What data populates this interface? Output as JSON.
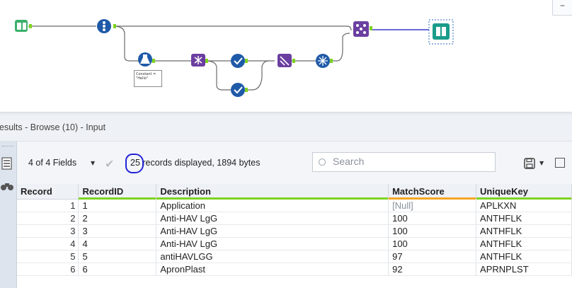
{
  "panel": {
    "title": "esults - Browse (10) - Input"
  },
  "annotation_note": "Constant =\n\"Hello\"",
  "toolbar": {
    "fields_label": "4 of 4 Fields",
    "records_label": "25 records displayed, 1894 bytes",
    "search_placeholder": "Search"
  },
  "grid": {
    "columns": [
      "Record",
      "RecordID",
      "Description",
      "MatchScore",
      "UniqueKey"
    ],
    "rows": [
      [
        "1",
        "1",
        "Application",
        "[Null]",
        "APLKXN"
      ],
      [
        "2",
        "2",
        "Anti-HAV LgG",
        "100",
        "ANTHFLK"
      ],
      [
        "3",
        "3",
        "Anti-HAV LgG",
        "100",
        "ANTHFLK"
      ],
      [
        "4",
        "4",
        "Anti-HAV LgG",
        "100",
        "ANTHFLK"
      ],
      [
        "5",
        "5",
        "antiHAVLGG",
        "97",
        "ANTHFLK"
      ],
      [
        "6",
        "6",
        "ApronPlast",
        "92",
        "APRNPLST"
      ]
    ]
  },
  "colors": {
    "connection": "#666666",
    "selected_connection": "#3a3acc",
    "accent_green": "#7ed321",
    "accent_orange": "#f5a623"
  }
}
